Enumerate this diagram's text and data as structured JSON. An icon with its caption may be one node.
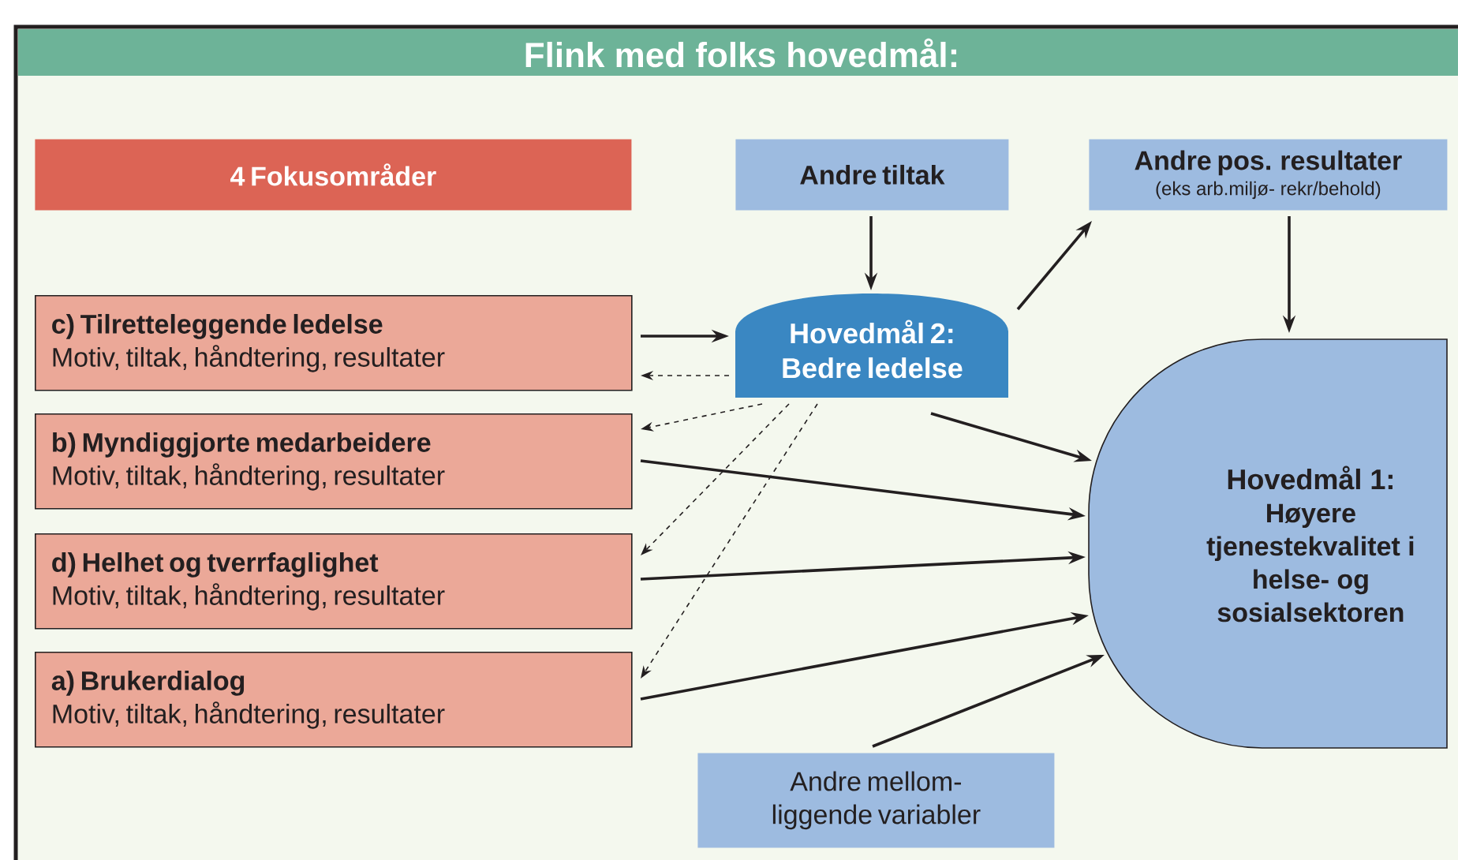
{
  "diagram": {
    "title": "Flink med folks hovedmål:",
    "nodes": [
      {
        "text": [
          "4 Fokusområder"
        ]
      },
      {
        "text": [
          "Andre tiltak"
        ]
      },
      {
        "text": [
          "Andre pos. resultater",
          "(eks arb.miljø- rekr/behold)"
        ]
      },
      {
        "text": [
          "c) Tilretteleggende ledelse",
          "Motiv, tiltak, håndtering, resultater"
        ]
      },
      {
        "text": [
          "Hovedmål 2: Bedre ledelse"
        ]
      },
      {
        "text": [
          "b) Myndiggjorte medarbeidere",
          "Motiv, tiltak, håndtering, resultater"
        ]
      },
      {
        "text": [
          "Hovedmål 1:",
          "Høyere tjenestekvalitet i helse- og sosialsektoren"
        ]
      },
      {
        "text": [
          "d) Helhet og tverrfaglighet",
          "Motiv, tiltak, håndtering, resultater"
        ]
      },
      {
        "text": [
          "a) Brukerdialog",
          "Motiv, tiltak, håndtering, resultater"
        ]
      },
      {
        "text": [
          "Andre mellom- liggende variabler"
        ]
      }
    ],
    "edges": [
      {
        "from": 1,
        "to": 4,
        "arrow": "to"
      },
      {
        "from": 4,
        "to": 2,
        "arrow": "to"
      },
      {
        "from": 2,
        "to": 6,
        "arrow": "to"
      },
      {
        "from": 3,
        "to": 4,
        "arrow": "to"
      },
      {
        "from": 4,
        "to": 3,
        "arrow": "to",
        "style": "dashed"
      },
      {
        "from": 4,
        "to": 5,
        "arrow": "to",
        "style": "dashed"
      },
      {
        "from": 4,
        "to": 7,
        "arrow": "to",
        "style": "dashed"
      },
      {
        "from": 4,
        "to": 8,
        "arrow": "to",
        "style": "dashed"
      },
      {
        "from": 4,
        "to": 6,
        "arrow": "to"
      },
      {
        "from": 5,
        "to": 6,
        "arrow": "to"
      },
      {
        "from": 7,
        "to": 6,
        "arrow": "to"
      },
      {
        "from": 8,
        "to": 6,
        "arrow": "to"
      },
      {
        "from": 9,
        "to": 6,
        "arrow": "to"
      }
    ]
  }
}
